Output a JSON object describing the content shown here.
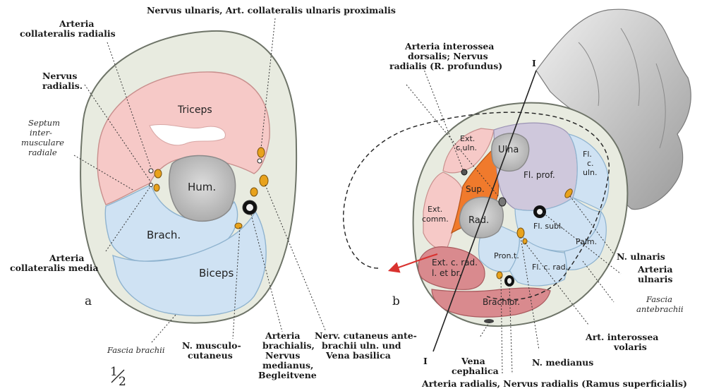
{
  "figure": {
    "panel_a": "a",
    "panel_b": "b",
    "scale_num": "1",
    "scale_den": "2",
    "section_line": "I"
  },
  "panel_a_labels": {
    "triceps": "Triceps",
    "hum": "Hum.",
    "brach": "Brach.",
    "biceps": "Biceps",
    "nerv_ulnaris": "Nervus ulnaris, Art. collateralis ulnaris proximalis",
    "art_coll_rad_1": "Arteria",
    "art_coll_rad_2": "collateralis radialis",
    "nerv_rad_1": "Nervus",
    "nerv_rad_2": "radialis.",
    "septum_1": "Septum",
    "septum_2": "inter-",
    "septum_3": "musculare",
    "septum_4": "radiale",
    "art_coll_med_1": "Arteria",
    "art_coll_med_2": "collateralis media",
    "fascia_brachii": "Fascia brachii",
    "n_musc_1": "N. musculo-",
    "n_musc_2": "cutaneus",
    "art_brach_1": "Arteria",
    "art_brach_2": "brachialis,",
    "art_brach_3": "Nervus",
    "art_brach_4": "medianus,",
    "art_brach_5": "Begleitvene",
    "nerv_cut_1": "Nerv. cutaneus ante-",
    "nerv_cut_2": "brachii uln. und",
    "nerv_cut_3": "Vena basilica"
  },
  "panel_b_labels": {
    "ext_culn_1": "Ext.",
    "ext_culn_2": "c.uln.",
    "ulna": "Ulna",
    "fl_prof": "Fl. prof.",
    "fl_c_uln_1": "Fl.",
    "fl_c_uln_2": "c.",
    "fl_c_uln_3": "uln.",
    "sup": "Sup.",
    "ext_comm_1": "Ext.",
    "ext_comm_2": "comm.",
    "rad": "Rad.",
    "fl_subl": "Fl. subl.",
    "palm": "Palm.",
    "pron_t": "Pron.t.",
    "fl_c_rad": "Fl. c. rad.",
    "ext_c_rad_1": "Ext. c. rad.",
    "ext_c_rad_2": "l. et br.",
    "brachior": "Brachior.",
    "art_inteross_1": "Arteria interossea",
    "art_inteross_2": "dorsalis; Nervus",
    "art_inteross_3": "radialis (R. profundus)",
    "n_ulnaris": "N. ulnaris",
    "art_uln_1": "Arteria",
    "art_uln_2": "ulnaris",
    "fascia_ante_1": "Fascia",
    "fascia_ante_2": "antebrachii",
    "art_inter_vol_1": "Art. interossea",
    "art_inter_vol_2": "volaris",
    "n_medianus": "N. medianus",
    "vena_ceph_1": "Vena",
    "vena_ceph_2": "cephalica",
    "art_radialis": "Arteria radialis, Nervus radialis (Ramus superficialis)"
  },
  "colors": {
    "skin_fat": "#e8ebe0",
    "flexor_blue": "#cfe2f3",
    "extensor_pink": "#f6c9c7",
    "bone_gray": "#c9c9c9",
    "supinator_orange": "#f07a2c",
    "deep_flexor_purple": "#cfc8dc",
    "radial_group_red": "#d98a8e",
    "vessel_yellow": "#e8a21c"
  }
}
